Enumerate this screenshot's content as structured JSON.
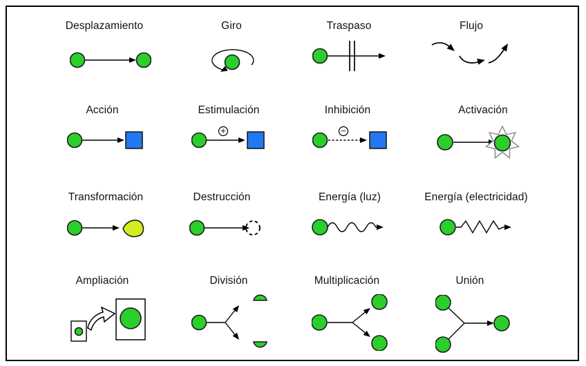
{
  "colors": {
    "green": "#2BCE2B",
    "blue": "#2278F0",
    "yellow": "#D5EC1E",
    "star_stroke": "#8c8c8c",
    "outline": "#000000"
  },
  "cells": [
    {
      "id": "desplazamiento",
      "label": "Desplazamiento"
    },
    {
      "id": "giro",
      "label": "Giro"
    },
    {
      "id": "traspaso",
      "label": "Traspaso"
    },
    {
      "id": "flujo",
      "label": "Flujo"
    },
    {
      "id": "accion",
      "label": "Acción"
    },
    {
      "id": "estimulacion",
      "label": "Estimulación",
      "sign": "+"
    },
    {
      "id": "inhibicion",
      "label": "Inhibición",
      "sign": "−"
    },
    {
      "id": "activacion",
      "label": "Activación"
    },
    {
      "id": "transformacion",
      "label": "Transformación"
    },
    {
      "id": "destruccion",
      "label": "Destrucción"
    },
    {
      "id": "energia_luz",
      "label": "Energía (luz)"
    },
    {
      "id": "energia_electricidad",
      "label": "Energía (electricidad)"
    },
    {
      "id": "ampliacion",
      "label": "Ampliación"
    },
    {
      "id": "division",
      "label": "División"
    },
    {
      "id": "multiplicacion",
      "label": "Multiplicación"
    },
    {
      "id": "union",
      "label": "Unión"
    }
  ]
}
